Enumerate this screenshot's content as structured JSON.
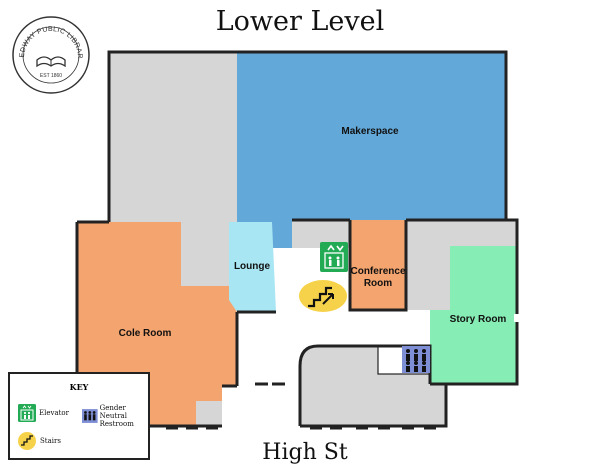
{
  "title": "Lower Level",
  "street": "High St",
  "logo": {
    "text": "MEDWAY PUBLIC LIBRARY",
    "est": "EST 1860"
  },
  "rooms": {
    "makerspace": "Makerspace",
    "lounge": "Lounge",
    "conference_line1": "Conference",
    "conference_line2": "Room",
    "cole_room": "Cole Room",
    "story_room": "Story Room"
  },
  "key": {
    "title": "KEY",
    "elevator": "Elevator",
    "restroom_line1": "Gender Neutral",
    "restroom_line2": "Restroom",
    "stairs": "Stairs"
  },
  "colors": {
    "makerspace": "#62a8d8",
    "cole_room": "#f4a46e",
    "conference": "#f4a46e",
    "lounge": "#a9e6f4",
    "story_room": "#86edb4",
    "unlabeled_area": "#d6d6d6",
    "elevator": "#22aa55",
    "stairs": "#f6d24a",
    "restroom": "#7e8fd6",
    "walls": "#222222"
  }
}
